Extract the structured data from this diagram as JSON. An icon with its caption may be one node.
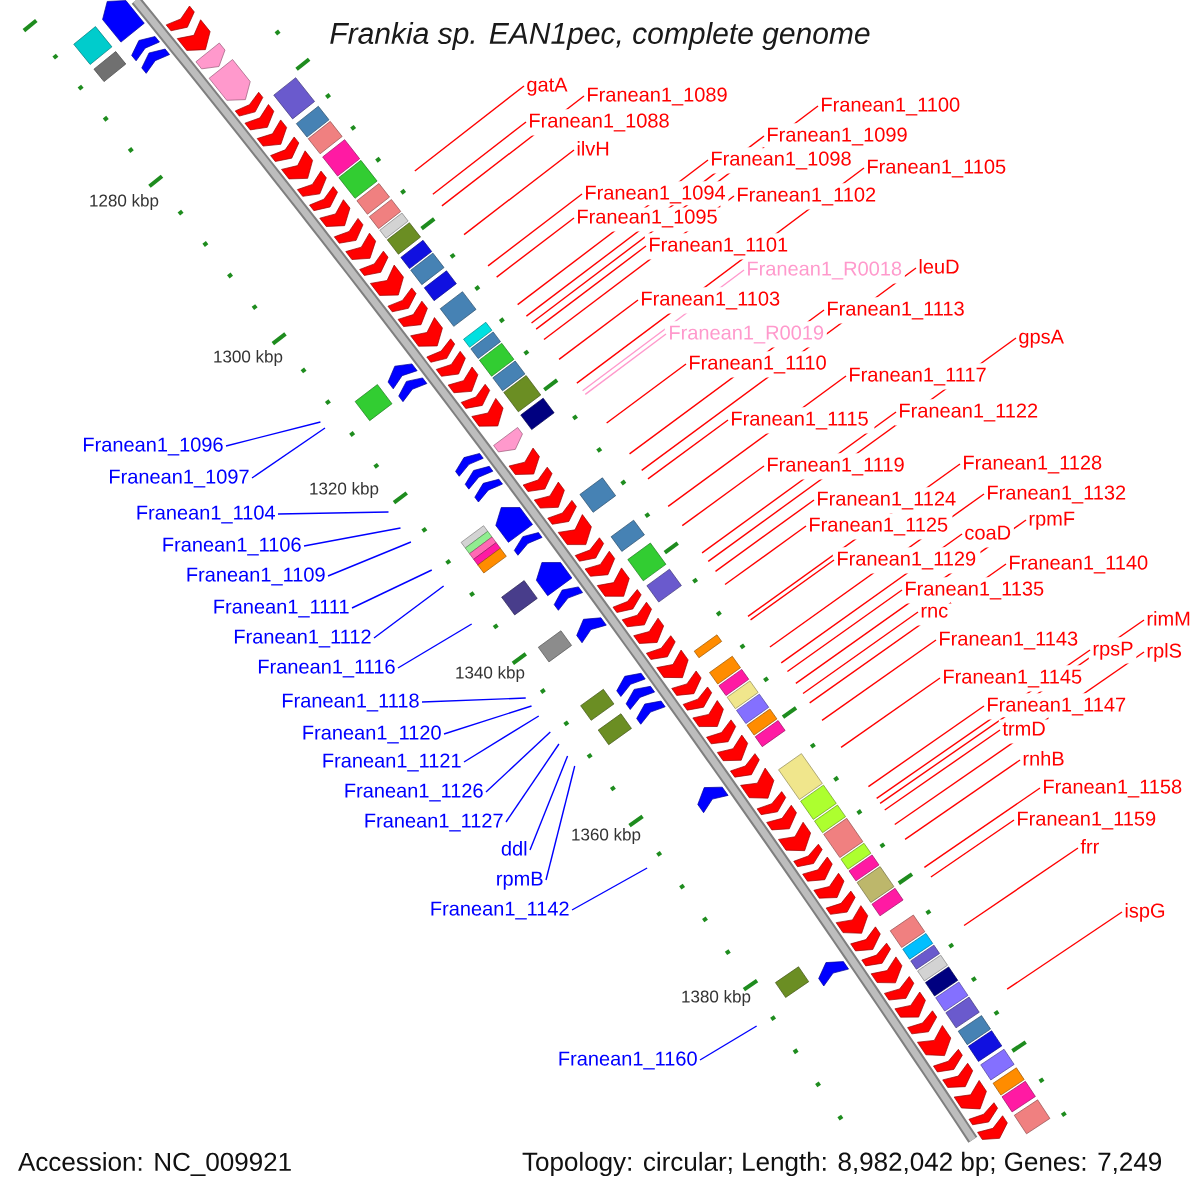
{
  "diagram": {
    "title": "Frankia sp. EAN1pec, complete genome",
    "nodes": [
      {
        "text": [
          "gatA"
        ]
      },
      {
        "text": [
          "Franean1_1089"
        ]
      },
      {
        "text": [
          "Franean1_1100"
        ]
      },
      {
        "text": [
          "Franean1_1088"
        ]
      },
      {
        "text": [
          "Franean1_1099"
        ]
      },
      {
        "text": [
          "ilvH"
        ]
      },
      {
        "text": [
          "Franean1_1098"
        ]
      },
      {
        "text": [
          "Franean1_1105"
        ]
      },
      {
        "text": [
          "Franean1_1094"
        ]
      },
      {
        "text": [
          "Franean1_1102"
        ]
      },
      {
        "text": [
          "Franean1_1095"
        ]
      },
      {
        "text": [
          "Franean1_1101"
        ]
      },
      {
        "text": [
          "leuD"
        ]
      },
      {
        "text": [
          "Franean1_R0018"
        ]
      },
      {
        "text": [
          "Franean1_1103"
        ]
      },
      {
        "text": [
          "Franean1_1113"
        ]
      },
      {
        "text": [
          "Franean1_R0019"
        ]
      },
      {
        "text": [
          "gpsA"
        ]
      },
      {
        "text": [
          "Franean1_1110"
        ]
      },
      {
        "text": [
          "Franean1_1117"
        ]
      },
      {
        "text": [
          "Franean1_1122"
        ]
      },
      {
        "text": [
          "Franean1_1115"
        ]
      },
      {
        "text": [
          "Franean1_1128"
        ]
      },
      {
        "text": [
          "Franean1_1119"
        ]
      },
      {
        "text": [
          "Franean1_1132"
        ]
      },
      {
        "text": [
          "Franean1_1124"
        ]
      },
      {
        "text": [
          "rpmF"
        ]
      },
      {
        "text": [
          "Franean1_1125"
        ]
      },
      {
        "text": [
          "coaD"
        ]
      },
      {
        "text": [
          "Franean1_1129"
        ]
      },
      {
        "text": [
          "Franean1_1140"
        ]
      },
      {
        "text": [
          "Franean1_1135"
        ]
      },
      {
        "text": [
          "rnc"
        ]
      },
      {
        "text": [
          "rimM"
        ]
      },
      {
        "text": [
          "Franean1_1143"
        ]
      },
      {
        "text": [
          "rpsP"
        ]
      },
      {
        "text": [
          "rplS"
        ]
      },
      {
        "text": [
          "Franean1_1145"
        ]
      },
      {
        "text": [
          "Franean1_1147"
        ]
      },
      {
        "text": [
          "trmD"
        ]
      },
      {
        "text": [
          "rnhB"
        ]
      },
      {
        "text": [
          "Franean1_1158"
        ]
      },
      {
        "text": [
          "Franean1_1159"
        ]
      },
      {
        "text": [
          "frr"
        ]
      },
      {
        "text": [
          "ispG"
        ]
      },
      {
        "text": [
          "Franean1_1096"
        ]
      },
      {
        "text": [
          "Franean1_1097"
        ]
      },
      {
        "text": [
          "Franean1_1104"
        ]
      },
      {
        "text": [
          "Franean1_1106"
        ]
      },
      {
        "text": [
          "Franean1_1109"
        ]
      },
      {
        "text": [
          "Franean1_1111"
        ]
      },
      {
        "text": [
          "Franean1_1112"
        ]
      },
      {
        "text": [
          "Franean1_1116"
        ]
      },
      {
        "text": [
          "Franean1_1118"
        ]
      },
      {
        "text": [
          "Franean1_1120"
        ]
      },
      {
        "text": [
          "Franean1_1121"
        ]
      },
      {
        "text": [
          "Franean1_1126"
        ]
      },
      {
        "text": [
          "Franean1_1127"
        ]
      },
      {
        "text": [
          "ddl"
        ]
      },
      {
        "text": [
          "rpmB"
        ]
      },
      {
        "text": [
          "Franean1_1142"
        ]
      },
      {
        "text": [
          "Franean1_1160"
        ]
      }
    ],
    "edges": [
      {
        "from": 0,
        "to": null,
        "arrow": "none"
      },
      {
        "from": 1,
        "to": null,
        "arrow": "none"
      },
      {
        "from": 2,
        "to": null,
        "arrow": "none"
      },
      {
        "from": 3,
        "to": null,
        "arrow": "none"
      },
      {
        "from": 4,
        "to": null,
        "arrow": "none"
      },
      {
        "from": 5,
        "to": null,
        "arrow": "none"
      },
      {
        "from": 6,
        "to": null,
        "arrow": "none"
      },
      {
        "from": 7,
        "to": null,
        "arrow": "none"
      },
      {
        "from": 8,
        "to": null,
        "arrow": "none"
      },
      {
        "from": 9,
        "to": null,
        "arrow": "none"
      },
      {
        "from": 10,
        "to": null,
        "arrow": "none"
      },
      {
        "from": 11,
        "to": null,
        "arrow": "none"
      },
      {
        "from": 12,
        "to": null,
        "arrow": "none"
      },
      {
        "from": 13,
        "to": null,
        "arrow": "none",
        "color": "#ff99cc"
      },
      {
        "from": 14,
        "to": null,
        "arrow": "none"
      },
      {
        "from": 15,
        "to": null,
        "arrow": "none"
      },
      {
        "from": 16,
        "to": null,
        "arrow": "none",
        "color": "#ff99cc"
      },
      {
        "from": 17,
        "to": null,
        "arrow": "none"
      },
      {
        "from": 18,
        "to": null,
        "arrow": "none"
      },
      {
        "from": 19,
        "to": null,
        "arrow": "none"
      },
      {
        "from": 20,
        "to": null,
        "arrow": "none"
      },
      {
        "from": 21,
        "to": null,
        "arrow": "none"
      },
      {
        "from": 22,
        "to": null,
        "arrow": "none"
      },
      {
        "from": 23,
        "to": null,
        "arrow": "none"
      },
      {
        "from": 24,
        "to": null,
        "arrow": "none"
      },
      {
        "from": 25,
        "to": null,
        "arrow": "none"
      },
      {
        "from": 26,
        "to": null,
        "arrow": "none"
      },
      {
        "from": 27,
        "to": null,
        "arrow": "none"
      },
      {
        "from": 28,
        "to": null,
        "arrow": "none"
      },
      {
        "from": 29,
        "to": null,
        "arrow": "none"
      },
      {
        "from": 30,
        "to": null,
        "arrow": "none"
      },
      {
        "from": 31,
        "to": null,
        "arrow": "none"
      },
      {
        "from": 32,
        "to": null,
        "arrow": "none"
      },
      {
        "from": 33,
        "to": null,
        "arrow": "none"
      },
      {
        "from": 34,
        "to": null,
        "arrow": "none"
      },
      {
        "from": 35,
        "to": null,
        "arrow": "none"
      },
      {
        "from": 36,
        "to": null,
        "arrow": "none"
      },
      {
        "from": 37,
        "to": null,
        "arrow": "none"
      },
      {
        "from": 38,
        "to": null,
        "arrow": "none"
      },
      {
        "from": 39,
        "to": null,
        "arrow": "none"
      },
      {
        "from": 40,
        "to": null,
        "arrow": "none"
      },
      {
        "from": 41,
        "to": null,
        "arrow": "none"
      },
      {
        "from": 42,
        "to": null,
        "arrow": "none"
      },
      {
        "from": 43,
        "to": null,
        "arrow": "none"
      },
      {
        "from": 44,
        "to": null,
        "arrow": "none"
      },
      {
        "from": 45,
        "to": null,
        "arrow": "none",
        "color": "#0000ff"
      },
      {
        "from": 46,
        "to": null,
        "arrow": "none",
        "color": "#0000ff"
      },
      {
        "from": 47,
        "to": null,
        "arrow": "none",
        "color": "#0000ff"
      },
      {
        "from": 48,
        "to": null,
        "arrow": "none",
        "color": "#0000ff"
      },
      {
        "from": 49,
        "to": null,
        "arrow": "none",
        "color": "#0000ff"
      },
      {
        "from": 50,
        "to": null,
        "arrow": "none",
        "color": "#0000ff"
      },
      {
        "from": 51,
        "to": null,
        "arrow": "none",
        "color": "#0000ff"
      },
      {
        "from": 52,
        "to": null,
        "arrow": "none",
        "color": "#0000ff"
      },
      {
        "from": 53,
        "to": null,
        "arrow": "none",
        "color": "#0000ff"
      },
      {
        "from": 54,
        "to": null,
        "arrow": "none",
        "color": "#0000ff"
      },
      {
        "from": 55,
        "to": null,
        "arrow": "none",
        "color": "#0000ff"
      },
      {
        "from": 56,
        "to": null,
        "arrow": "none",
        "color": "#0000ff"
      },
      {
        "from": 57,
        "to": null,
        "arrow": "none",
        "color": "#0000ff"
      },
      {
        "from": 58,
        "to": null,
        "arrow": "none",
        "color": "#0000ff"
      },
      {
        "from": 59,
        "to": null,
        "arrow": "none",
        "color": "#0000ff"
      },
      {
        "from": 60,
        "to": null,
        "arrow": "none",
        "color": "#0000ff"
      },
      {
        "from": 61,
        "to": null,
        "arrow": "none",
        "color": "#0000ff"
      }
    ],
    "labels": [
      "1280 kbp",
      "1300 kbp",
      "1320 kbp",
      "1340 kbp",
      "1360 kbp",
      "1380 kbp",
      "Accession: NC_009921",
      "Topology: circular; Length: 8,982,042 bp; Genes: 7,249"
    ]
  }
}
